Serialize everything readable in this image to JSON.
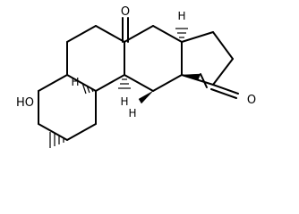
{
  "labels": {
    "ketone_6": "O",
    "ketone_17": "O",
    "hydroxyl": "HO",
    "h5": "H",
    "h8": "H",
    "h9": "H",
    "h14": "H"
  }
}
